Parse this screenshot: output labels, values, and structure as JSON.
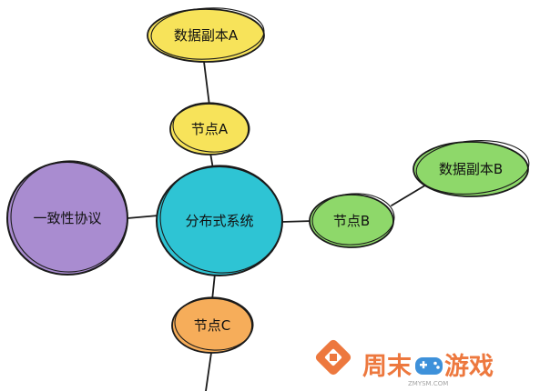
{
  "diagram": {
    "center": {
      "label": "分布式系统",
      "color": "#2ec4d4"
    },
    "consensus": {
      "label": "一致性协议",
      "color": "#a98cd0"
    },
    "node_a": {
      "label": "节点A",
      "color": "#f7e35a"
    },
    "replica_a": {
      "label": "数据副本A",
      "color": "#f7e35a"
    },
    "node_b": {
      "label": "节点B",
      "color": "#8ed86a"
    },
    "replica_b": {
      "label": "数据副本B",
      "color": "#8ed86a"
    },
    "node_c": {
      "label": "节点C",
      "color": "#f6ad5a"
    }
  },
  "watermark": {
    "brand": "周末",
    "brand2": "游戏",
    "url": "ZMYSM.COM",
    "color": "#ec6a2a"
  }
}
